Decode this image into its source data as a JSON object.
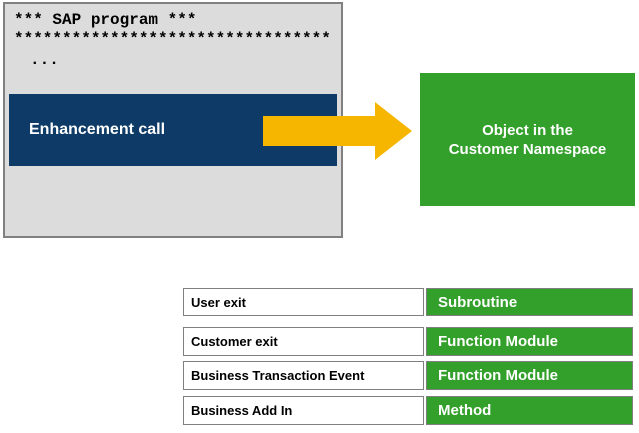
{
  "colors": {
    "program_box_fill": "#DCDCDC",
    "program_box_border": "#808080",
    "enhancement_bar": "#0D3A66",
    "arrow": "#F6B600",
    "green": "#34A02C",
    "text_dark": "#000000",
    "text_light": "#FFFFFF"
  },
  "program_box": {
    "comment_line": "*** SAP program ***",
    "asterisk_line": "*********************************",
    "ellipsis": "...",
    "enhancement_bar_label": "Enhancement call"
  },
  "object_box": {
    "line1": "Object in the",
    "line2": "Customer Namespace"
  },
  "mapping_table": {
    "rows": [
      {
        "technique": "User exit",
        "object_type": "Subroutine"
      },
      {
        "technique": "Customer exit",
        "object_type": "Function Module"
      },
      {
        "technique": "Business Transaction Event",
        "object_type": "Function Module"
      },
      {
        "technique": "Business Add In",
        "object_type": "Method"
      }
    ]
  }
}
